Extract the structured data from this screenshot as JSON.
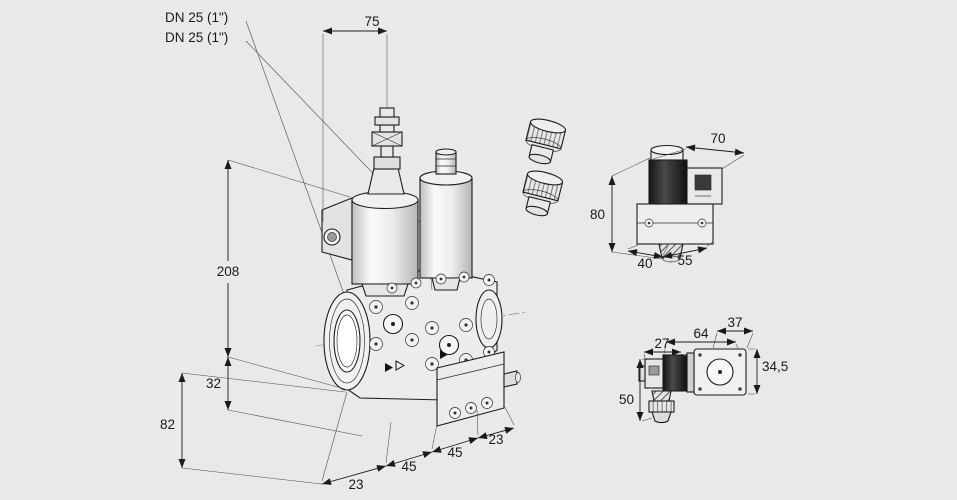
{
  "labels": {
    "dn_line1": "DN 25 (1\")",
    "dn_line2": "DN 25 (1\")"
  },
  "main_view": {
    "description": "double solenoid valve dimensional drawing",
    "dims": {
      "top_width": "75",
      "height": "208",
      "offset_32": "32",
      "height_82": "82",
      "bottom_23_left": "23",
      "bottom_45_left": "45",
      "bottom_45_right": "45",
      "bottom_23_right": "23"
    }
  },
  "detail_side": {
    "description": "pilot valve side view",
    "dims": {
      "w70": "70",
      "h80": "80",
      "d40": "40",
      "d55": "55"
    }
  },
  "detail_top": {
    "description": "pilot valve second view",
    "dims": {
      "w37": "37",
      "w27": "27",
      "w64": "64",
      "h34_5": "34,5",
      "h50": "50"
    }
  },
  "colors": {
    "background": "#e9e9e9",
    "line": "#1a1a1a"
  }
}
